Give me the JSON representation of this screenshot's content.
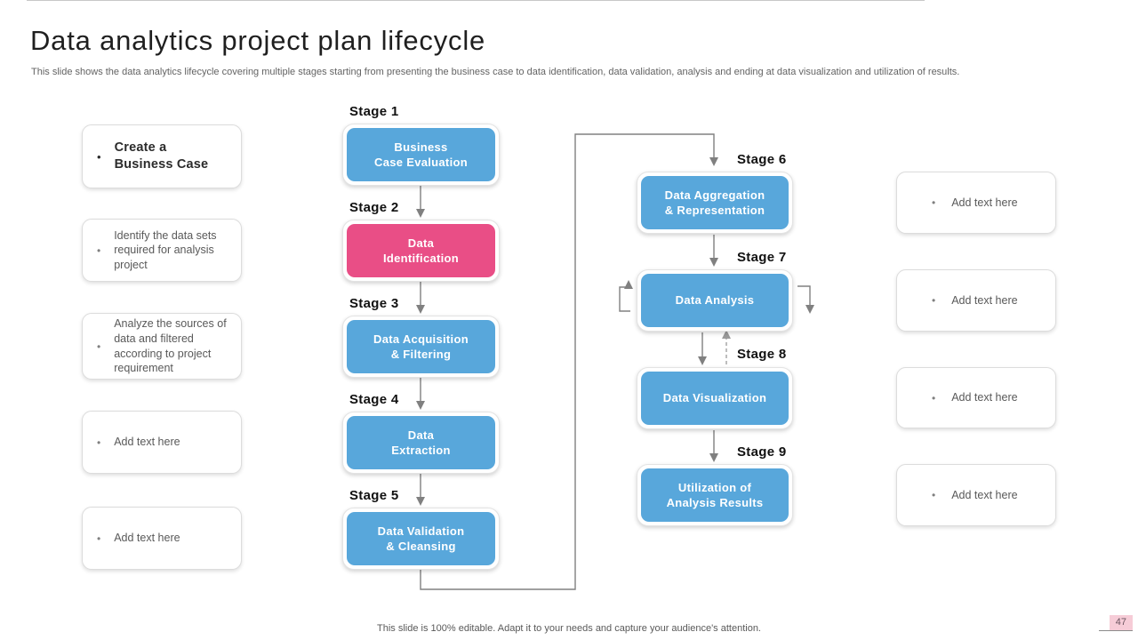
{
  "slide": {
    "title": "Data analytics project plan lifecycle",
    "subtitle": "This slide shows the data analytics lifecycle covering multiple stages starting from presenting the business case to data identification, data validation, analysis and ending at data visualization and utilization of results.",
    "footer_note": "This slide is 100% editable. Adapt it to your needs and capture your audience's attention.",
    "page_number": "47"
  },
  "bullet_glyph": "•",
  "colors": {
    "stage_blue": "#58A7DB",
    "stage_pink": "#E94E86",
    "connector_gray": "#808080",
    "badge_bg": "#F6CCD7",
    "badge_text": "#6B5560"
  },
  "left_notes": [
    {
      "label": "Create a Business Case"
    },
    {
      "label": "Identify the data sets required for analysis project"
    },
    {
      "label": "Analyze the sources of data and filtered according to project requirement"
    },
    {
      "label": "Add text here"
    },
    {
      "label": "Add text here"
    }
  ],
  "flow_stages": [
    {
      "stage": "Stage 1",
      "line1": "Business",
      "line2": "Case Evaluation"
    },
    {
      "stage": "Stage 2",
      "line1": "Data",
      "line2": "Identification"
    },
    {
      "stage": "Stage 3",
      "line1": "Data Acquisition",
      "line2": "& Filtering"
    },
    {
      "stage": "Stage 4",
      "line1": "Data",
      "line2": "Extraction"
    },
    {
      "stage": "Stage 5",
      "line1": "Data Validation",
      "line2": "& Cleansing"
    },
    {
      "stage": "Stage 6",
      "line1": "Data Aggregation",
      "line2": "& Representation"
    },
    {
      "stage": "Stage 7",
      "line1": "Data Analysis",
      "line2": ""
    },
    {
      "stage": "Stage 8",
      "line1": "Data Visualization",
      "line2": ""
    },
    {
      "stage": "Stage 9",
      "line1": "Utilization of",
      "line2": "Analysis Results"
    }
  ],
  "placeholders": [
    {
      "label": "Add text here"
    },
    {
      "label": "Add text here"
    },
    {
      "label": "Add text here"
    },
    {
      "label": "Add text here"
    }
  ]
}
